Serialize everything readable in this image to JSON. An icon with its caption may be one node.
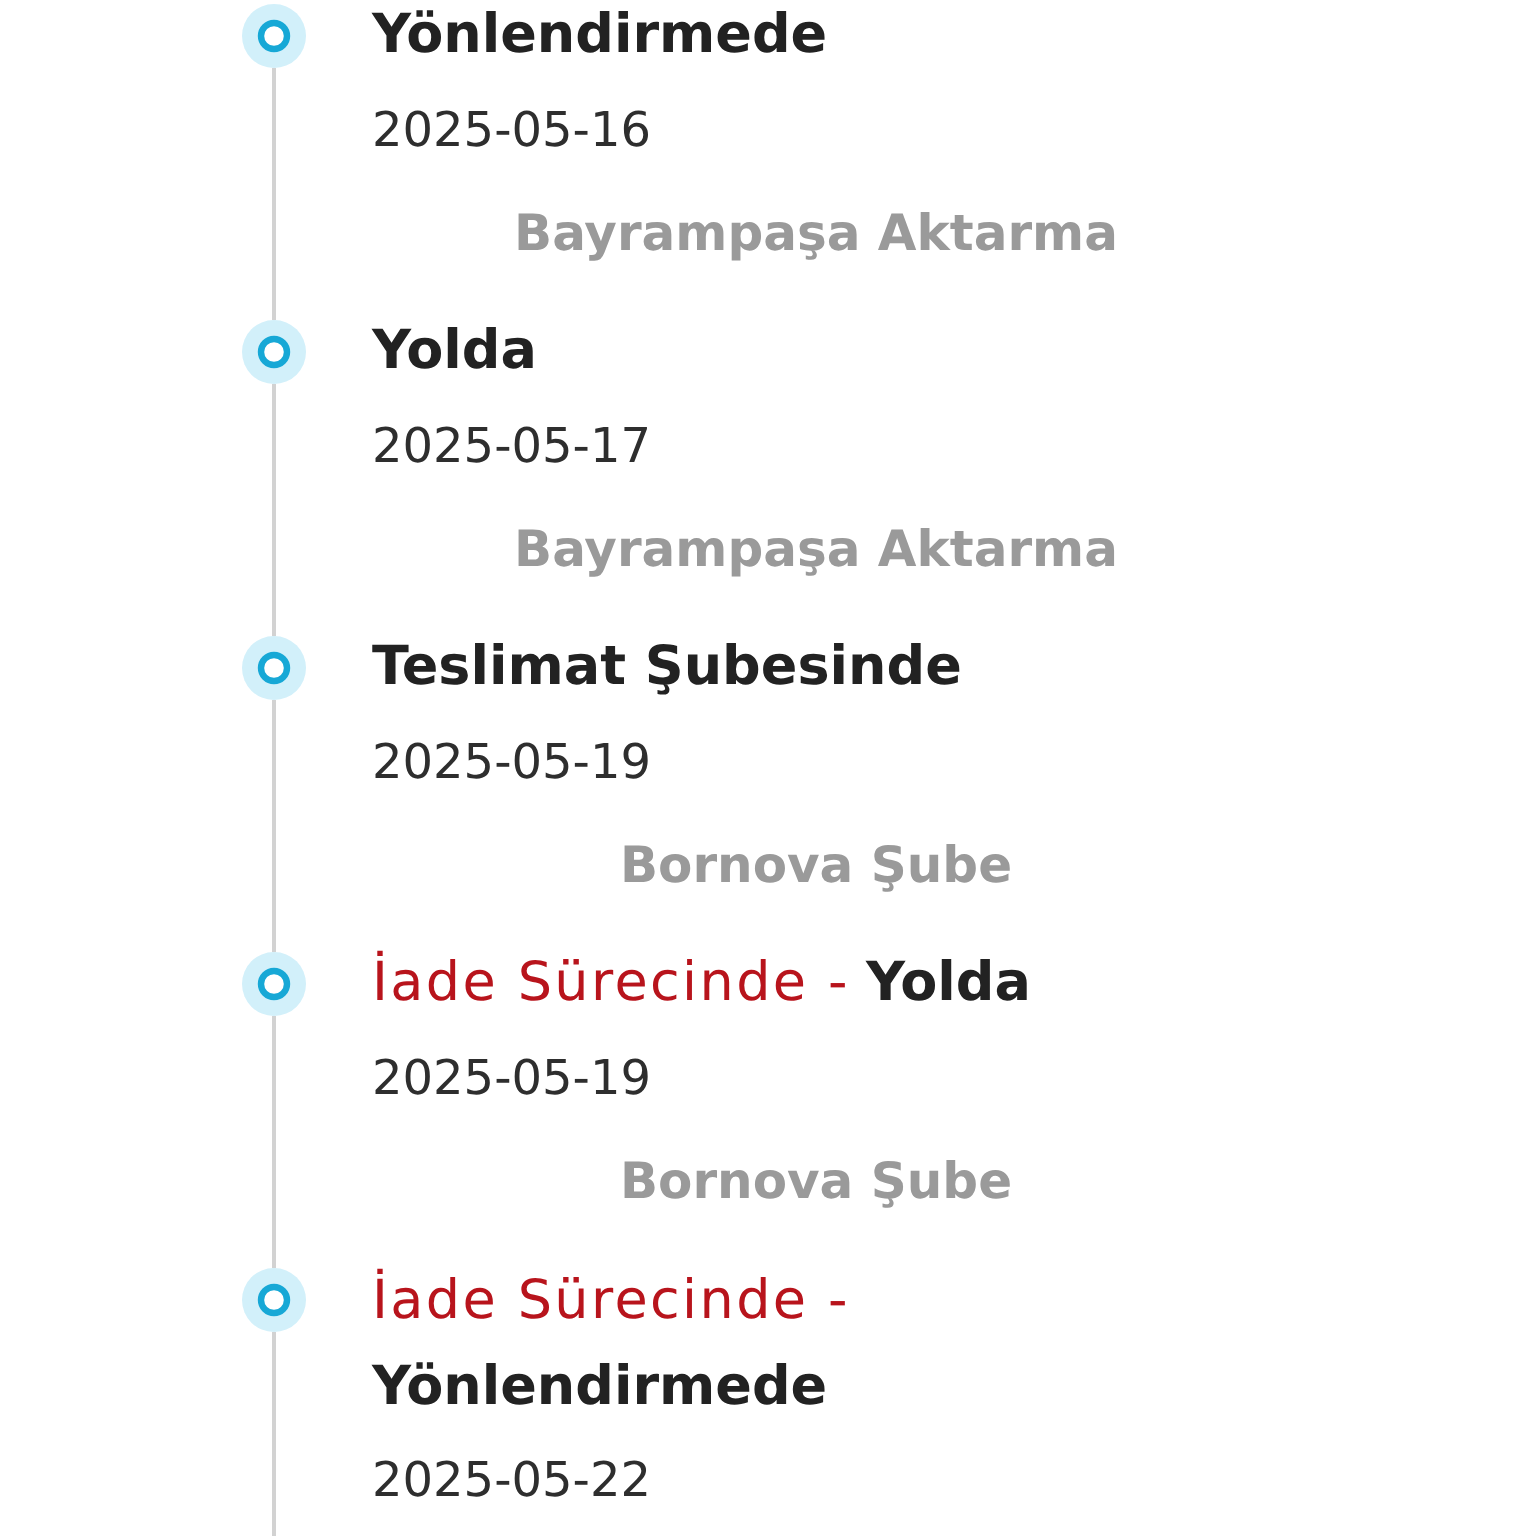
{
  "diagram": {
    "nodes": [
      {
        "text": [],
        "shape": "circle",
        "beside": [
          "Yönlendirmede",
          "2025-05-16",
          "Bayrampaşa Aktarma"
        ]
      },
      {
        "text": [],
        "shape": "circle",
        "beside": [
          "Yolda",
          "2025-05-17",
          "Bayrampaşa Aktarma"
        ]
      },
      {
        "text": [],
        "shape": "circle",
        "beside": [
          "Teslimat Şubesinde",
          "2025-05-19",
          "Bornova Şube"
        ]
      },
      {
        "text": [],
        "shape": "circle",
        "beside": [
          "İade Sürecinde -",
          "Yolda",
          "2025-05-19",
          "Bornova Şube"
        ]
      },
      {
        "text": [],
        "shape": "circle",
        "beside": [
          "İade Sürecinde -",
          "Yönlendirmede",
          "2025-05-22"
        ]
      }
    ],
    "edges": [
      {
        "from": 0,
        "to": 1,
        "arrow": "none"
      },
      {
        "from": 1,
        "to": 2,
        "arrow": "none"
      },
      {
        "from": 2,
        "to": 3,
        "arrow": "none"
      },
      {
        "from": 3,
        "to": 4,
        "arrow": "none"
      },
      {
        "from": 4,
        "to": null,
        "arrow": "none"
      }
    ]
  }
}
